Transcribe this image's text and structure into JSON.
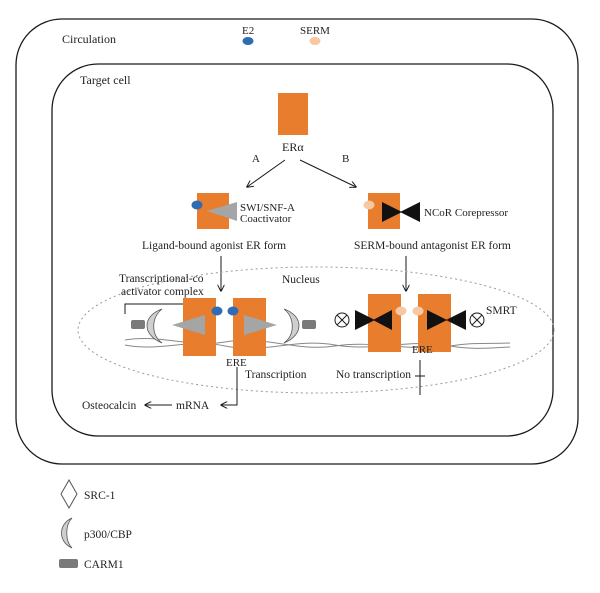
{
  "labels": {
    "circulation": "Circulation",
    "e2": "E2",
    "serm": "SERM",
    "target_cell": "Target cell",
    "er_alpha": "ERα",
    "path_a": "A",
    "path_b": "B",
    "swi_snf_line1": "SWI/SNF-A",
    "swi_snf_line2": "Coactivator",
    "ncor": "NCoR Corepressor",
    "ligand_bound": "Ligand-bound agonist ER form",
    "serm_bound": "SERM-bound antagonist ER form",
    "tcac_line1": "Transcriptional-co",
    "tcac_line2": "activator complex",
    "nucleus": "Nucleus",
    "smrt": "SMRT",
    "ere_left": "ERE",
    "ere_right": "ERE",
    "transcription": "Transcription",
    "no_transcription": "No transcription",
    "osteocalcin": "Osteocalcin",
    "mrna": "mRNA"
  },
  "legend": [
    {
      "label": "SRC-1",
      "icon": "diamond-icon"
    },
    {
      "label": "p300/CBP",
      "icon": "crescent-icon"
    },
    {
      "label": "CARM1",
      "icon": "rounded-rect-icon"
    }
  ],
  "colors": {
    "er_orange": "#E87D2E",
    "e2_blue": "#2E6DB4",
    "serm_peach": "#F6C8A4",
    "coactivator_gray": "#A5A5A5",
    "corepressor_black": "#111111",
    "carm1_gray": "#7A7A7A",
    "outline": "#1A1A1A"
  }
}
